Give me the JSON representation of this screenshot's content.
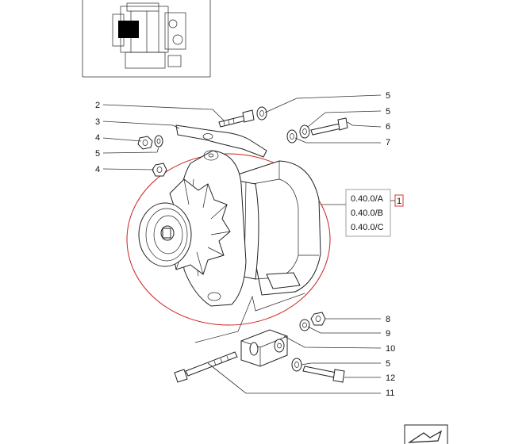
{
  "callouts": [
    "2",
    "3",
    "4",
    "5",
    "4",
    "5",
    "5",
    "6",
    "7",
    "8",
    "9",
    "10",
    "5",
    "12",
    "11"
  ],
  "reference_box": {
    "codes": [
      "0.40.0/A",
      "0.40.0/B",
      "0.40.0/C"
    ],
    "index": "1"
  },
  "colors": {
    "ellipse": "#cc2222",
    "index_box": "#cc2222",
    "line": "#333333"
  },
  "icons": {
    "thumbnail": "engine-thumbnail-icon",
    "corner": "next-page-arrow-icon"
  }
}
